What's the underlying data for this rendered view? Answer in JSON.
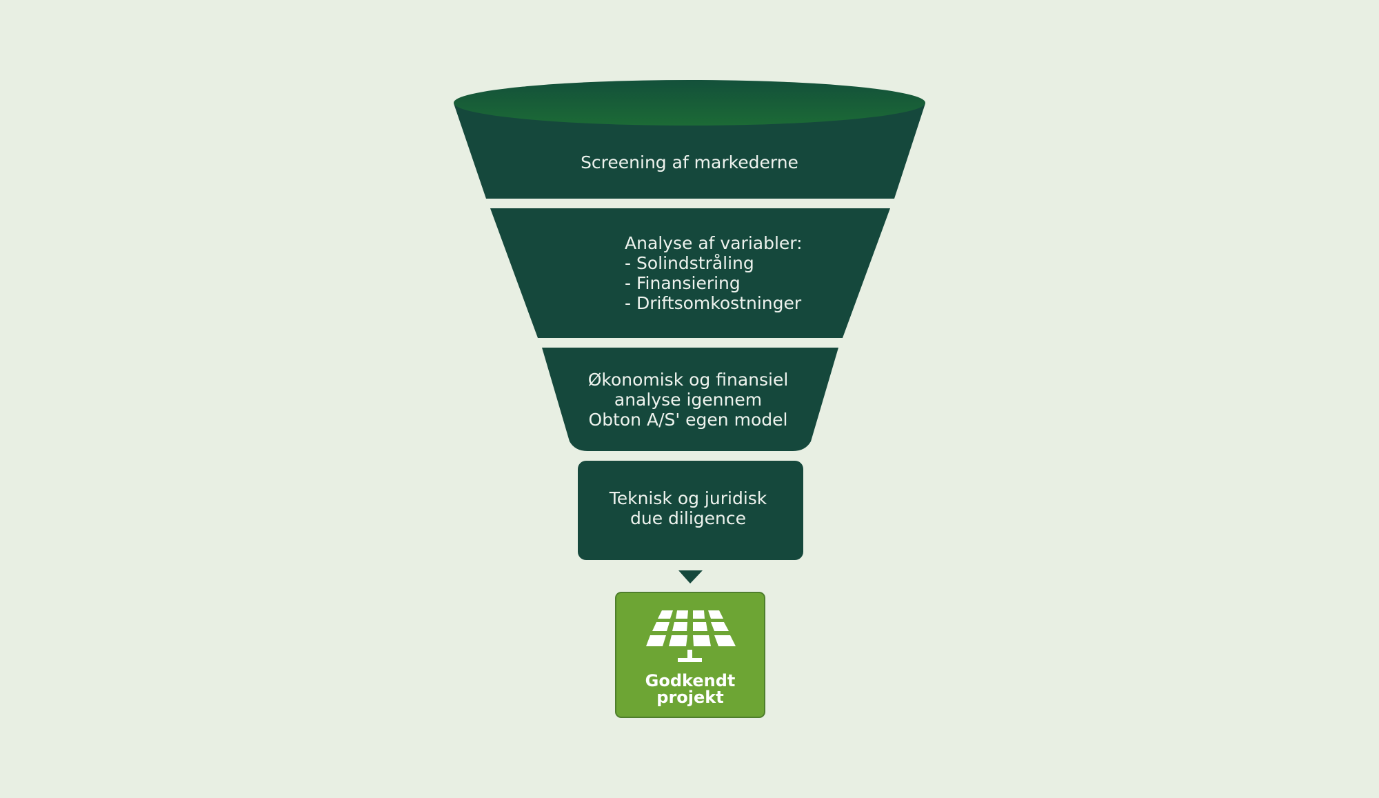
{
  "funnel": {
    "stages": [
      {
        "label": "Screening af markederne"
      },
      {
        "label": "Analyse af variabler:\n- Solindstråling\n- Finansiering\n- Driftsomkostninger"
      },
      {
        "label": "Økonomisk og finansiel\nanalyse igennem\nObton A/S' egen model"
      },
      {
        "label": "Teknisk og juridisk\ndue diligence"
      }
    ],
    "result": {
      "label": "Godkendt\nprojekt",
      "icon": "solar-panel-icon"
    }
  },
  "colors": {
    "background": "#e8efe3",
    "stage_fill": "#15483c",
    "rim_fill": "#1a5c38",
    "result_fill": "#6da534",
    "result_border": "#4e7e2c",
    "text": "#eef3ee"
  }
}
